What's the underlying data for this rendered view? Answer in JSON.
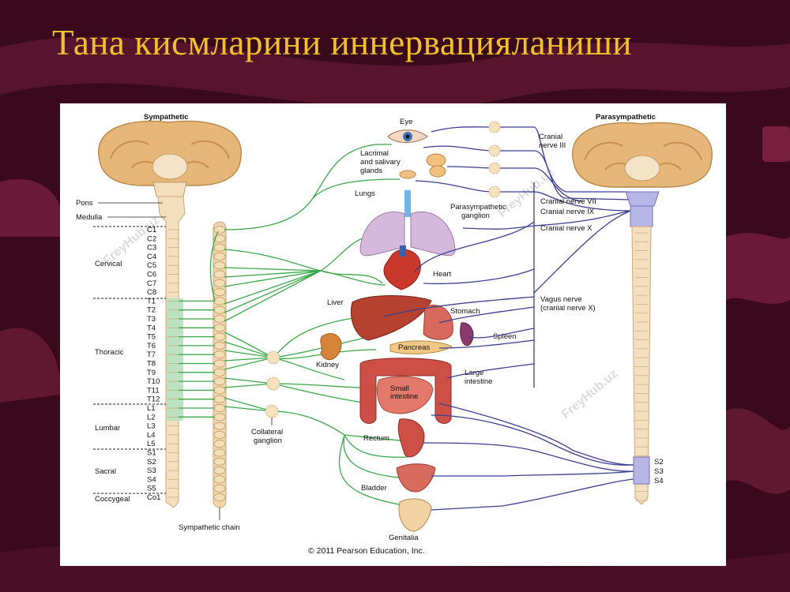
{
  "slide": {
    "title": "Тана кисмларини иннервацияланиши"
  },
  "headings": {
    "sympathetic": "Sympathetic",
    "parasympathetic": "Parasympathetic"
  },
  "brainstem": {
    "pons": "Pons",
    "medulla": "Medulla"
  },
  "regions": {
    "cervical": "Cervical",
    "thoracic": "Thoracic",
    "lumbar": "Lumbar",
    "sacral": "Sacral",
    "coccygeal": "Coccygeal"
  },
  "segments": [
    "C1",
    "C2",
    "C3",
    "C4",
    "C5",
    "C6",
    "C7",
    "C8",
    "T1",
    "T2",
    "T3",
    "T4",
    "T5",
    "T6",
    "T7",
    "T8",
    "T9",
    "T10",
    "T11",
    "T12",
    "L1",
    "L2",
    "L3",
    "L4",
    "L5",
    "S1",
    "S2",
    "S3",
    "S4",
    "S5",
    "Co1"
  ],
  "sacral_para": [
    "S2",
    "S3",
    "S4"
  ],
  "organs": {
    "eye": "Eye",
    "lacrimal_1": "Lacrimal",
    "lacrimal_2": "and salivary",
    "lacrimal_3": "glands",
    "lungs": "Lungs",
    "heart": "Heart",
    "liver": "Liver",
    "stomach": "Stomach",
    "spleen": "Spleen",
    "pancreas": "Pancreas",
    "kidney": "Kidney",
    "large_intestine_1": "Large",
    "large_intestine_2": "intestine",
    "small_intestine_1": "Small",
    "small_intestine_2": "intestine",
    "rectum": "Rectum",
    "bladder": "Bladder",
    "genitalia": "Genitalia"
  },
  "labels": {
    "para_ganglion_1": "Parasympathetic",
    "para_ganglion_2": "ganglion",
    "collateral_1": "Collateral",
    "collateral_2": "ganglion",
    "sympathetic_chain": "Sympathetic chain",
    "cn3_1": "Cranial",
    "cn3_2": "nerve III",
    "cn7": "Cranial nerve VII",
    "cn9": "Cranial nerve IX",
    "cn10": "Cranial nerve X",
    "vagus_1": "Vagus nerve",
    "vagus_2": "(cranial nerve X)"
  },
  "copyright": "© 2011 Pearson Education, Inc.",
  "colors": {
    "sympathetic_fiber": "#3aa84a",
    "parasympathetic_fiber": "#3b3f8f",
    "title": "#f1c12c",
    "background": "#3a0a1c",
    "spinal_cord": "#f3dfbd",
    "brain": "#e7b779"
  }
}
